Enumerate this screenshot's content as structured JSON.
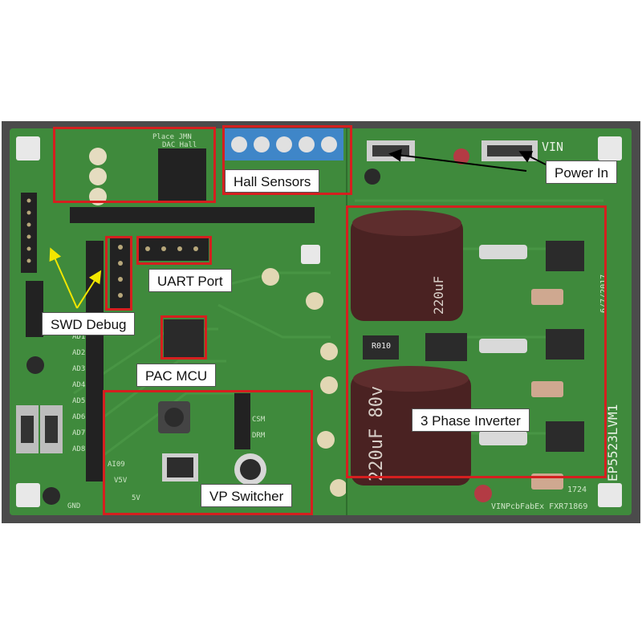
{
  "labels": {
    "hall_sensors": "Hall Sensors",
    "power_in": "Power In",
    "uart_port": "UART Port",
    "swd_debug": "SWD Debug",
    "pac_mcu": "PAC MCU",
    "three_phase_inverter": "3 Phase Inverter",
    "vp_switcher": "VP Switcher"
  },
  "silkscreen": {
    "place_jmn": "Place JMN",
    "dac_hall": "DAC Hall",
    "vin_top": "VIN",
    "vin_bottom": "VIN",
    "date": "6/7/2017",
    "board_id": "EP5523LVM1",
    "fab": "PcbFabEx FXR71869",
    "code_1724": "1724",
    "gnd": "GND",
    "v5v": "V5V",
    "five_v": "5V",
    "ai09": "AI09",
    "csm": "CSM",
    "drm": "DRM",
    "cap_text_1": "220uF",
    "cap_text_2": "220uF 80v",
    "r010": "R010",
    "pins": [
      "AD1",
      "AD2",
      "AD3",
      "AD4",
      "AD5",
      "AD6",
      "AD7",
      "AD8"
    ]
  },
  "colors": {
    "highlight": "#d51f1f",
    "arrow_swd": "#f2e600",
    "arrow_power": "#000000",
    "pcb": "#3f8a3c",
    "capacitor": "#4a2222",
    "terminal": "#3f86c8"
  }
}
